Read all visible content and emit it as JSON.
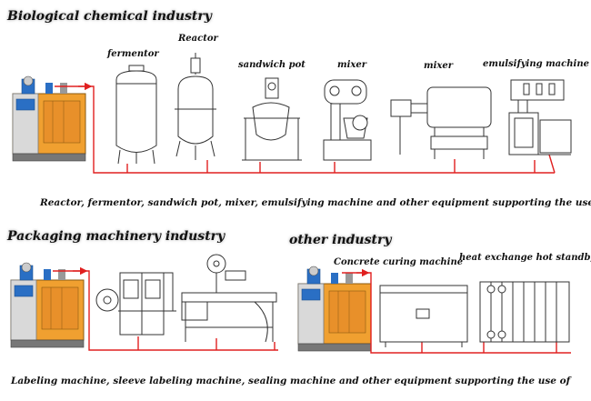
{
  "colors": {
    "pipe": "#e02020",
    "boiler_body": "#f0a030",
    "boiler_panel": "#2a6fc4",
    "line": "#333333"
  },
  "sections": {
    "bio": {
      "title": "Biological chemical industry",
      "labels": [
        "fermentor",
        "Reactor",
        "sandwich pot",
        "mixer",
        "mixer",
        "emulsifying machine"
      ],
      "caption": "Reactor, fermentor, sandwich pot, mixer, emulsifying machine and other equipment supporting the use"
    },
    "packaging": {
      "title": "Packaging machinery industry",
      "caption": "Labeling machine, sleeve labeling machine, sealing machine and other equipment supporting the use of"
    },
    "other": {
      "title": "other industry",
      "labels": [
        "Concrete curing machine",
        "heat exchange hot standby"
      ]
    }
  },
  "icons": [
    "steam-generator-icon",
    "fermentor-icon",
    "reactor-icon",
    "sandwich-pot-icon",
    "mixer-icon",
    "horizontal-mixer-icon",
    "emulsifying-machine-icon",
    "sleeve-labeling-machine-icon",
    "labeling-machine-icon",
    "concrete-curing-machine-icon",
    "heat-exchanger-icon"
  ]
}
